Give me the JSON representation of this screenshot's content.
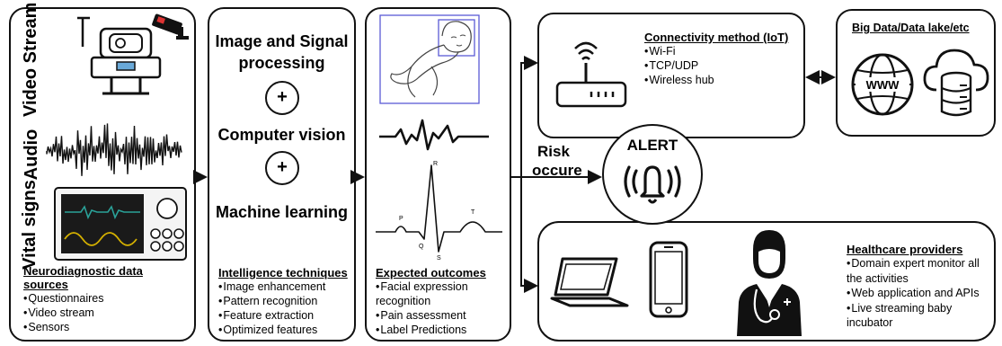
{
  "input_panel": {
    "video_label": "Video Stream",
    "audio_label": "Audio",
    "vitals_label": "Vital signs",
    "title_line1": "Neurodiagnostic data",
    "title_line2": "sources",
    "items": [
      "Questionnaires",
      "Video stream",
      "Sensors"
    ]
  },
  "processing_panel": {
    "step1_line1": "Image and Signal",
    "step1_line2": "processing",
    "plus": "+",
    "step2": "Computer vision",
    "step3": "Machine learning",
    "title": "Intelligence techniques",
    "items": [
      "Image enhancement",
      "Pattern recognition",
      "Feature extraction",
      "Optimized features"
    ]
  },
  "outcomes_panel": {
    "ecg_labels": {
      "p": "P",
      "q": "Q",
      "r": "R",
      "s": "S",
      "t": "T"
    },
    "title": "Expected outcomes",
    "items": [
      "Facial expression recognition",
      "Pain assessment",
      "Label Predictions"
    ]
  },
  "risk": {
    "line1": "Risk",
    "line2": "occure"
  },
  "alert": {
    "label": "ALERT"
  },
  "connectivity_panel": {
    "title": "Connectivity method (IoT)",
    "items": [
      "Wi-Fi",
      "TCP/UDP",
      "Wireless hub"
    ]
  },
  "bigdata_panel": {
    "title": "Big Data/Data lake/etc",
    "www_text": "WWW"
  },
  "healthcare_panel": {
    "title": "Healthcare providers",
    "items": [
      "Domain expert monitor all the activities",
      "Web application and APIs",
      "Live streaming baby incubator"
    ]
  },
  "colors": {
    "ecg_teal": "#2aa198",
    "ecg_yellow": "#d4b000",
    "monitor_screen": "#1a1a1a",
    "bbox": "#5b5bd6"
  }
}
